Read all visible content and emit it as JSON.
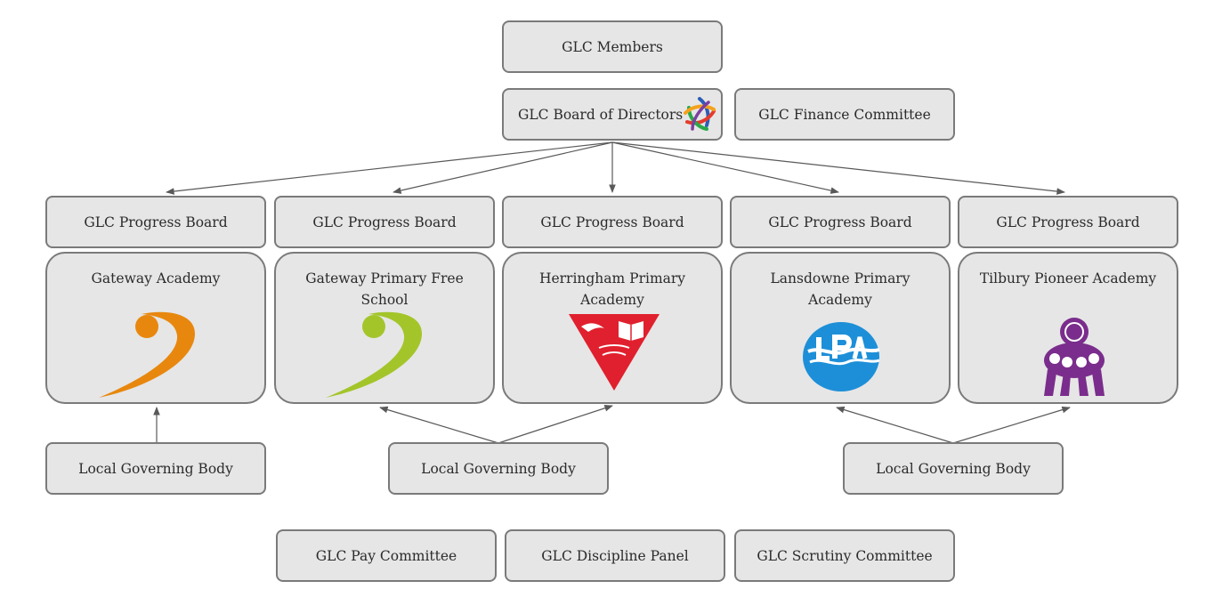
{
  "top": {
    "members": "GLC Members",
    "board_of_directors": "GLC Board of Directors",
    "finance_committee": "GLC Finance Committee"
  },
  "progress_boards": [
    "GLC Progress Board",
    "GLC Progress Board",
    "GLC Progress Board",
    "GLC Progress Board",
    "GLC Progress Board"
  ],
  "academies": [
    {
      "name": "Gateway Academy",
      "logo": "gateway-orange-swoosh-icon",
      "color": "#e8870e"
    },
    {
      "name": "Gateway Primary Free School",
      "logo": "gateway-green-swoosh-icon",
      "color": "#a3c52a"
    },
    {
      "name": "Herringham Primary Academy",
      "logo": "herringham-red-triangle-icon",
      "color": "#e0202e"
    },
    {
      "name": "Lansdowne Primary Academy",
      "logo": "lansdowne-lpa-circle-icon",
      "color": "#1d8fd8"
    },
    {
      "name": "Tilbury Pioneer Academy",
      "logo": "tilbury-purple-figures-icon",
      "color": "#7a2d8c"
    }
  ],
  "local_governing_bodies": [
    "Local Governing Body",
    "Local Governing Body",
    "Local Governing Body"
  ],
  "bottom_committees": {
    "pay": "GLC Pay Committee",
    "discipline": "GLC Discipline Panel",
    "scrutiny": "GLC Scrutiny Committee"
  },
  "colors": {
    "box_fill": "#e6e6e6",
    "box_border": "#7a7a7a",
    "arrow": "#595959"
  }
}
